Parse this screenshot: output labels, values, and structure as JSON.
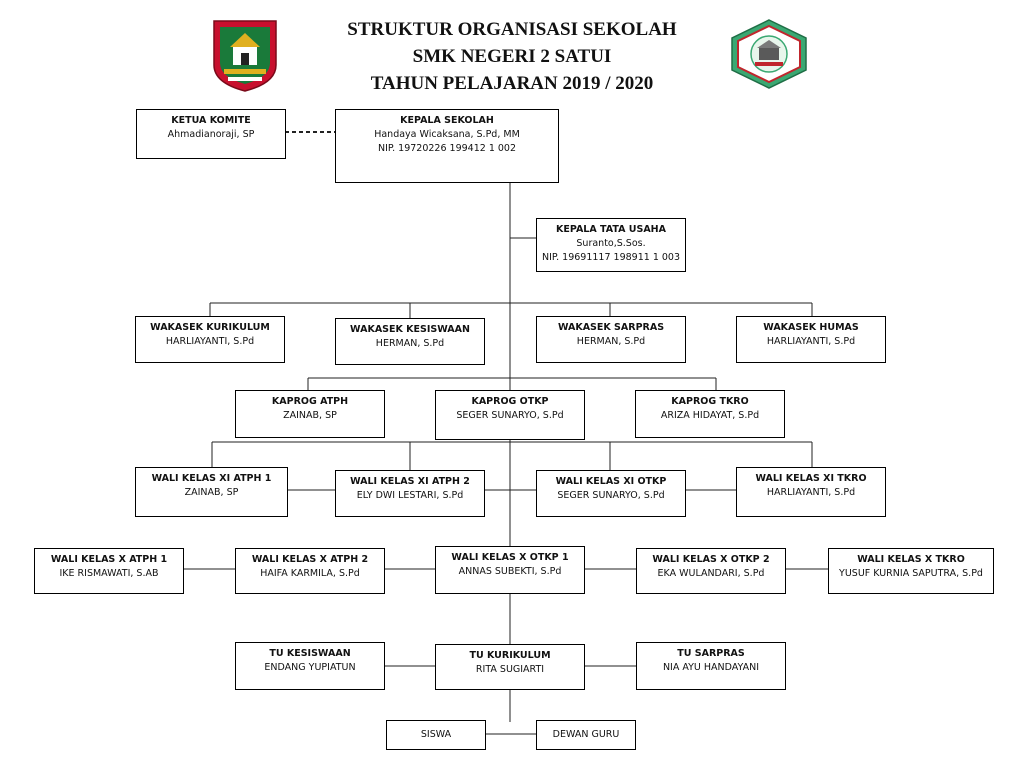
{
  "header": {
    "line1": "STRUKTUR ORGANISASI SEKOLAH",
    "line2": "SMK NEGERI 2 SATUI",
    "line3": "TAHUN PELAJARAN 2019 / 2020"
  },
  "boxes": {
    "komite": {
      "title": "KETUA KOMITE",
      "name": "Ahmadianoraji, SP"
    },
    "kepsek": {
      "title": "KEPALA SEKOLAH",
      "name": "Handaya Wicaksana, S.Pd, MM",
      "nip": "NIP. 19720226  199412  1 002"
    },
    "ktu": {
      "title": "KEPALA TATA USAHA",
      "name": "Suranto,S.Sos.",
      "nip": "NIP. 19691117  198911  1 003"
    },
    "wk_kurikulum": {
      "title": "WAKASEK KURIKULUM",
      "name": "HARLIAYANTI, S.Pd"
    },
    "wk_kesiswaan": {
      "title": "WAKASEK KESISWAAN",
      "name": "HERMAN, S.Pd"
    },
    "wk_sarpras": {
      "title": "WAKASEK SARPRAS",
      "name": "HERMAN, S.Pd"
    },
    "wk_humas": {
      "title": "WAKASEK HUMAS",
      "name": "HARLIAYANTI, S.Pd"
    },
    "kp_atph": {
      "title": "KAPROG ATPH",
      "name": "ZAINAB, SP"
    },
    "kp_otkp": {
      "title": "KAPROG OTKP",
      "name": "SEGER SUNARYO, S.Pd"
    },
    "kp_tkro": {
      "title": "KAPROG TKRO",
      "name": "ARIZA HIDAYAT,  S.Pd"
    },
    "xi_atph1": {
      "title": "WALI KELAS XI ATPH 1",
      "name": "ZAINAB, SP"
    },
    "xi_atph2": {
      "title": "WALI KELAS XI ATPH 2",
      "name": "ELY DWI LESTARI,  S.Pd"
    },
    "xi_otkp": {
      "title": "WALI KELAS XI OTKP",
      "name": "SEGER SUNARYO,  S.Pd"
    },
    "xi_tkro": {
      "title": "WALI KELAS XI TKRO",
      "name": "HARLIAYANTI, S.Pd"
    },
    "x_atph1": {
      "title": "WALI KELAS X ATPH 1",
      "name": "IKE RISMAWATI,  S.AB"
    },
    "x_atph2": {
      "title": "WALI KELAS X ATPH 2",
      "name": "HAIFA KARMILA,  S.Pd"
    },
    "x_otkp1": {
      "title": "WALI KELAS X OTKP 1",
      "name": "ANNAS SUBEKTI,  S.Pd"
    },
    "x_otkp2": {
      "title": "WALI KELAS X OTKP 2",
      "name": "EKA WULANDARI,  S.Pd"
    },
    "x_tkro": {
      "title": "WALI KELAS X TKRO",
      "name": "YUSUF KURNIA SAPUTRA,  S.Pd"
    },
    "tu_kesiswaan": {
      "title": "TU KESISWAAN",
      "name": "ENDANG YUPIATUN"
    },
    "tu_kurikulum": {
      "title": "TU KURIKULUM",
      "name": "RITA SUGIARTI"
    },
    "tu_sarpras": {
      "title": "TU SARPRAS",
      "name": "NIA AYU  HANDAYANI"
    },
    "siswa": {
      "name": "SISWA"
    },
    "dewan_guru": {
      "name": "DEWAN GURU"
    }
  },
  "colors": {
    "logo_left_red": "#c8102e",
    "logo_left_green": "#1a7a3a",
    "logo_left_gold": "#e0b020",
    "logo_right_green": "#3aa872",
    "logo_right_red": "#c0262d"
  },
  "icons": {
    "left_logo": "regency-crest-icon",
    "right_logo": "school-emblem-icon"
  }
}
